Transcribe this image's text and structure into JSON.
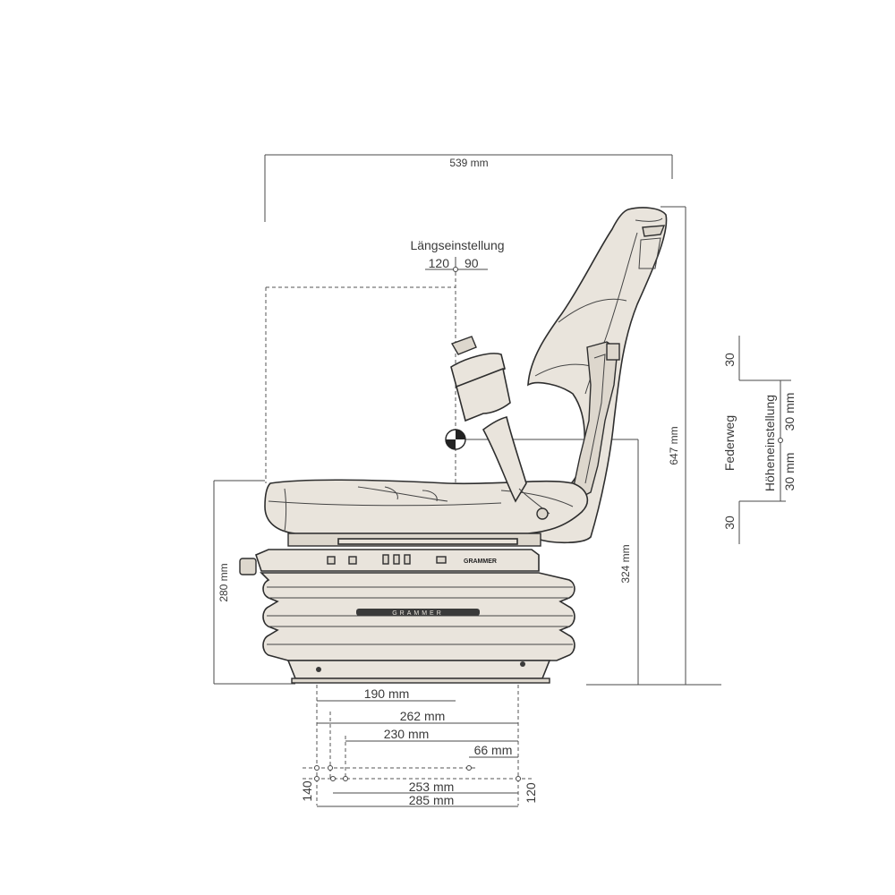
{
  "labels": {
    "overall_width": "539 mm",
    "fore_aft_title": "Längseinstellung",
    "fore_aft_back": "120",
    "fore_aft_forward": "90",
    "overall_height": "647 mm",
    "sip_height": "324 mm",
    "base_height": "280 mm",
    "suspension_travel": "Federweg",
    "suspension_up": "30",
    "suspension_down": "30",
    "height_adjust": "Höheneinstellung",
    "height_up": "30 mm",
    "height_down": "30 mm",
    "d190": "190 mm",
    "d262": "262 mm",
    "d230": "230 mm",
    "d66": "66 mm",
    "d253": "253 mm",
    "d285": "285 mm",
    "d140": "140",
    "d120": "120",
    "brand_base": "GRAMMER",
    "brand_bellows": "GRAMMER"
  }
}
